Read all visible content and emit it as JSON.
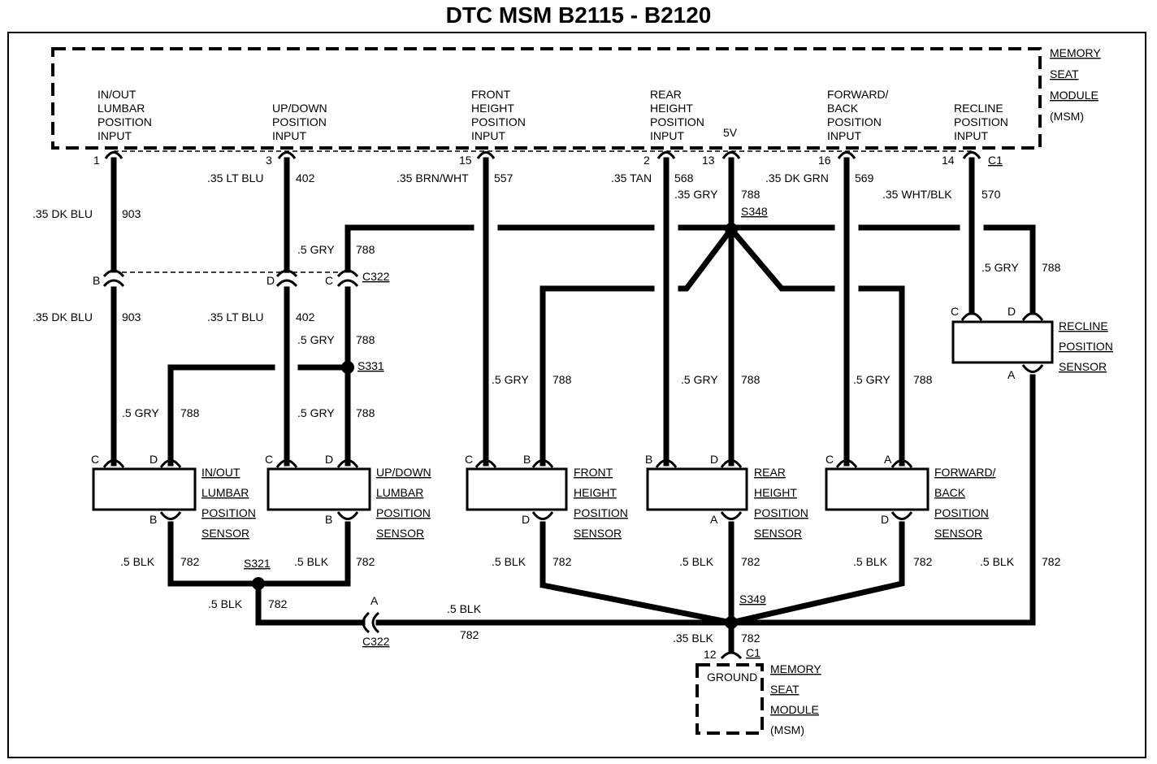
{
  "title": "DTC MSM B2115 - B2120",
  "module": {
    "lines": [
      "MEMORY",
      "SEAT",
      "MODULE",
      "(MSM)"
    ]
  },
  "inputs": [
    {
      "lines": [
        "IN/OUT",
        "LUMBAR",
        "POSITION",
        "INPUT"
      ],
      "pin": "1"
    },
    {
      "lines": [
        "UP/DOWN",
        "POSITION",
        "INPUT"
      ],
      "pin": "3"
    },
    {
      "lines": [
        "FRONT",
        "HEIGHT",
        "POSITION",
        "INPUT"
      ],
      "pin": "15"
    },
    {
      "lines": [
        "REAR",
        "HEIGHT",
        "POSITION",
        "INPUT"
      ],
      "pin": "2"
    },
    {
      "lines": [
        "FORWARD/",
        "BACK",
        "POSITION",
        "INPUT"
      ],
      "pin": "16"
    },
    {
      "lines": [
        "RECLINE",
        "POSITION",
        "INPUT"
      ],
      "pin": "14"
    }
  ],
  "five_volt": {
    "label": "5V",
    "pin": "13"
  },
  "c1": "C1",
  "wires": {
    "w903_top": {
      "gauge": ".35 DK BLU",
      "circuit": "903"
    },
    "w402_top": {
      "gauge": ".35 LT BLU",
      "circuit": "402"
    },
    "w557": {
      "gauge": ".35 BRN/WHT",
      "circuit": "557"
    },
    "w568": {
      "gauge": ".35 TAN",
      "circuit": "568"
    },
    "w788_top": {
      "gauge": ".35 GRY",
      "circuit": "788"
    },
    "w569": {
      "gauge": ".35 DK GRN",
      "circuit": "569"
    },
    "w570": {
      "gauge": ".35 WHT/BLK",
      "circuit": "570"
    },
    "w788_c322": {
      "gauge": ".5 GRY",
      "circuit": "788"
    },
    "w788_recline": {
      "gauge": ".5 GRY",
      "circuit": "788"
    },
    "w903_bot": {
      "gauge": ".35 DK BLU",
      "circuit": "903"
    },
    "w402_bot": {
      "gauge": ".35 LT BLU",
      "circuit": "402"
    },
    "w788_s331": {
      "gauge": ".5 GRY",
      "circuit": "788"
    },
    "w788_lumbar": {
      "gauge": ".5 GRY",
      "circuit": "788"
    },
    "w788_updown": {
      "gauge": ".5 GRY",
      "circuit": "788"
    },
    "w788_front": {
      "gauge": ".5 GRY",
      "circuit": "788"
    },
    "w788_rear": {
      "gauge": ".5 GRY",
      "circuit": "788"
    },
    "w788_fwd": {
      "gauge": ".5 GRY",
      "circuit": "788"
    },
    "w782_lumbar": {
      "gauge": ".5 BLK",
      "circuit": "782"
    },
    "w782_updown": {
      "gauge": ".5 BLK",
      "circuit": "782"
    },
    "w782_front": {
      "gauge": ".5 BLK",
      "circuit": "782"
    },
    "w782_rear": {
      "gauge": ".5 BLK",
      "circuit": "782"
    },
    "w782_fwd": {
      "gauge": ".5 BLK",
      "circuit": "782"
    },
    "w782_recline": {
      "gauge": ".5 BLK",
      "circuit": "782"
    },
    "w782_s321": {
      "gauge": ".5 BLK",
      "circuit": "782"
    },
    "w782_horiz": {
      "gauge": ".5 BLK",
      "circuit": "782"
    },
    "w782_ground": {
      "gauge": ".35 BLK",
      "circuit": "782"
    }
  },
  "splices": {
    "s348": "S348",
    "s331": "S331",
    "s321": "S321",
    "s349": "S349"
  },
  "c322": {
    "label": "C322",
    "pins": [
      "B",
      "D",
      "C"
    ],
    "pin_a": "A"
  },
  "sensors": [
    {
      "lines": [
        "IN/OUT",
        "LUMBAR",
        "POSITION",
        "SENSOR"
      ],
      "top_pins": [
        "C",
        "D"
      ],
      "bottom_pin": "B"
    },
    {
      "lines": [
        "UP/DOWN",
        "LUMBAR",
        "POSITION",
        "SENSOR"
      ],
      "top_pins": [
        "C",
        "D"
      ],
      "bottom_pin": "B"
    },
    {
      "lines": [
        "FRONT",
        "HEIGHT",
        "POSITION",
        "SENSOR"
      ],
      "top_pins": [
        "C",
        "B"
      ],
      "bottom_pin": "D"
    },
    {
      "lines": [
        "REAR",
        "HEIGHT",
        "POSITION",
        "SENSOR"
      ],
      "top_pins": [
        "B",
        "D"
      ],
      "bottom_pin": "A"
    },
    {
      "lines": [
        "FORWARD/",
        "BACK",
        "POSITION",
        "SENSOR"
      ],
      "top_pins": [
        "C",
        "A"
      ],
      "bottom_pin": "D"
    },
    {
      "lines": [
        "RECLINE",
        "POSITION",
        "SENSOR"
      ],
      "top_pins": [
        "C",
        "D"
      ],
      "bottom_pin": "A"
    }
  ],
  "ground": {
    "label": "GROUND",
    "pin": "12",
    "connector": "C1",
    "module_lines": [
      "MEMORY",
      "SEAT",
      "MODULE",
      "(MSM)"
    ]
  }
}
